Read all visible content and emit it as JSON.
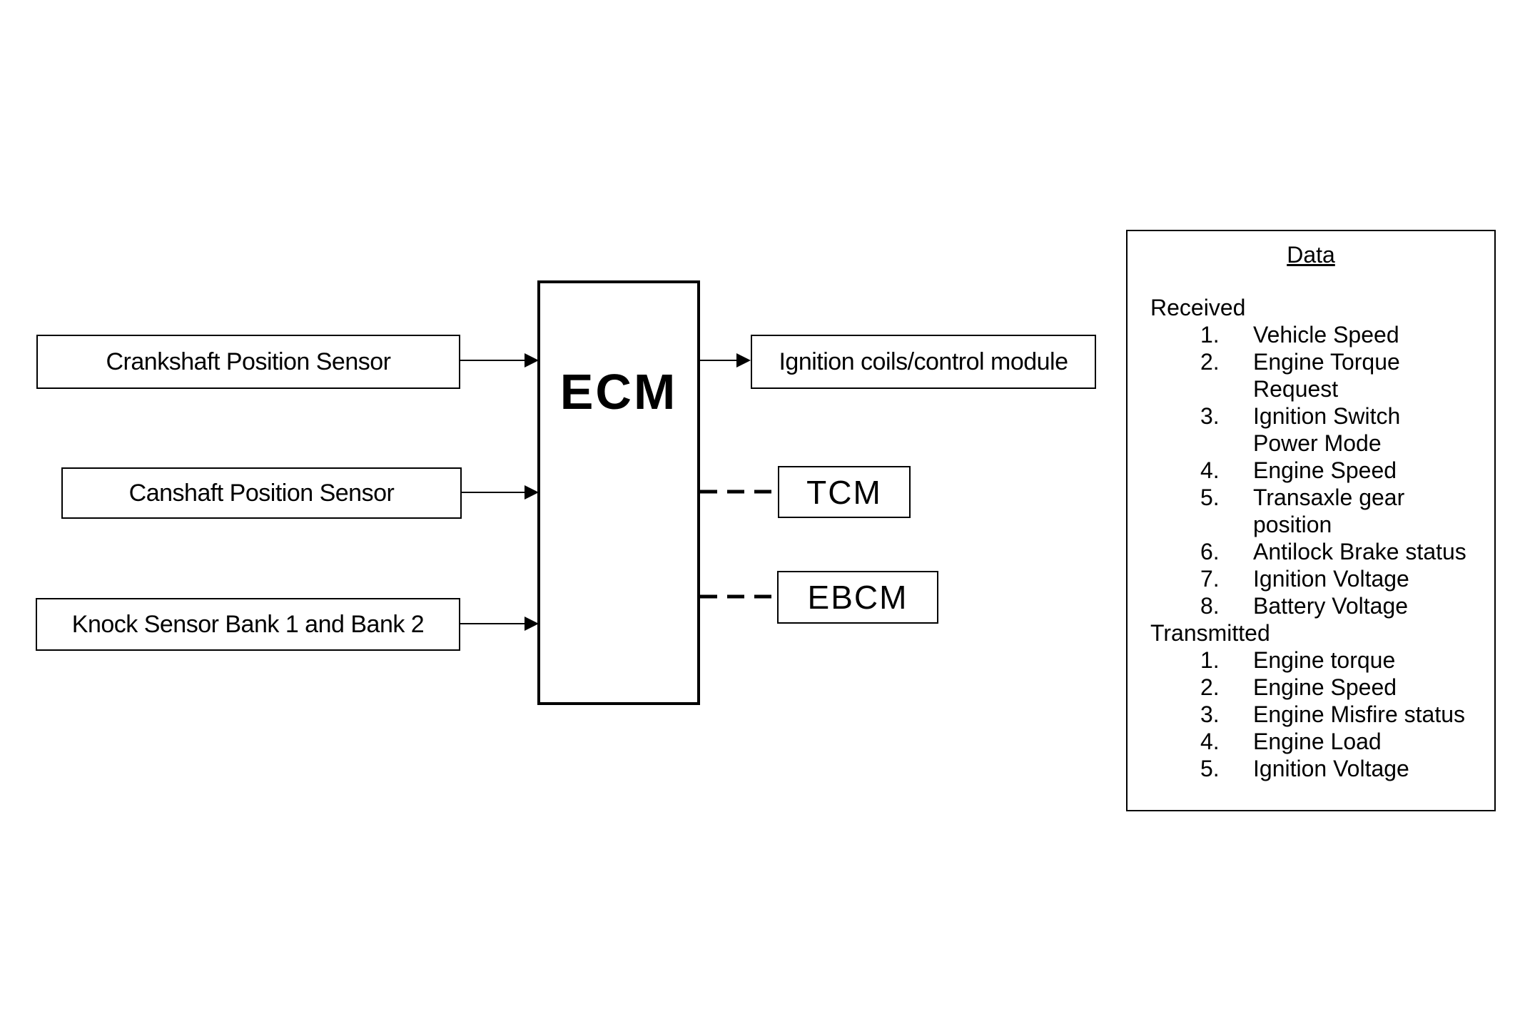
{
  "inputs": {
    "crankshaft": "Crankshaft Position Sensor",
    "camshaft": "Canshaft Position Sensor",
    "knock": "Knock Sensor Bank 1 and Bank 2"
  },
  "ecm": {
    "label": "ECM"
  },
  "outputs": {
    "ignition": "Ignition coils/control module",
    "tcm": "TCM",
    "ebcm": "EBCM"
  },
  "data_panel": {
    "title": "Data",
    "received_heading": "Received",
    "received": [
      {
        "num": "1.",
        "text": "Vehicle Speed"
      },
      {
        "num": "2.",
        "text": "Engine Torque Request"
      },
      {
        "num": "3.",
        "text": "Ignition Switch Power Mode"
      },
      {
        "num": "4.",
        "text": "Engine Speed"
      },
      {
        "num": "5.",
        "text": "Transaxle gear position"
      },
      {
        "num": "6.",
        "text": "Antilock Brake status"
      },
      {
        "num": "7.",
        "text": "Ignition Voltage"
      },
      {
        "num": "8.",
        "text": "Battery Voltage"
      }
    ],
    "transmitted_heading": "Transmitted",
    "transmitted": [
      {
        "num": "1.",
        "text": "Engine torque"
      },
      {
        "num": "2.",
        "text": "Engine Speed"
      },
      {
        "num": "3.",
        "text": "Engine Misfire status"
      },
      {
        "num": "4.",
        "text": "Engine Load"
      },
      {
        "num": "5.",
        "text": "Ignition Voltage"
      }
    ]
  }
}
